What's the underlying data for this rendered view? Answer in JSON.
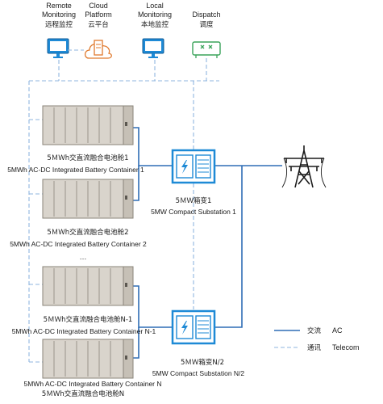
{
  "top_systems": [
    {
      "en": "Remote\nMonitoring",
      "cn": "远程监控"
    },
    {
      "en": "Cloud\nPlatform",
      "cn": "云平台"
    },
    {
      "en": "Local\nMonitoring",
      "cn": "本地监控"
    },
    {
      "en": "Dispatch",
      "cn": "调度"
    }
  ],
  "containers": [
    {
      "cn": "5ＭＷh交直流融合电池舱1",
      "en": "5MWh  AC-DC Integrated Battery Container 1"
    },
    {
      "cn": "5ＭＷh交直流融合电池舱2",
      "en": "5MWh  AC-DC Integrated Battery Container 2"
    },
    {
      "cn": "5ＭＷh交直流融合电池舱N-1",
      "en": "5MWh  AC-DC Integrated Battery Container N-1"
    },
    {
      "cn": "5ＭＷh交直流融合电池舱N",
      "en": "5MWh  AC-DC Integrated Battery Container N"
    }
  ],
  "substations": [
    {
      "cn": "5ＭＷ箱变1",
      "en": "5MW  Compact Substation 1"
    },
    {
      "cn": "5ＭＷ箱变N/2",
      "en": "5MW  Compact Substation N/2"
    }
  ],
  "ellipsis": "…",
  "legend": {
    "ac_cn": "交流",
    "ac_en": "AC",
    "telecom_cn": "通讯",
    "telecom_en": "Telecom"
  },
  "colors": {
    "ac_line": "#2f6db5",
    "telecom_line": "#8fb6df",
    "container": "#d9d4cc",
    "substation": "#1e8ad6"
  }
}
